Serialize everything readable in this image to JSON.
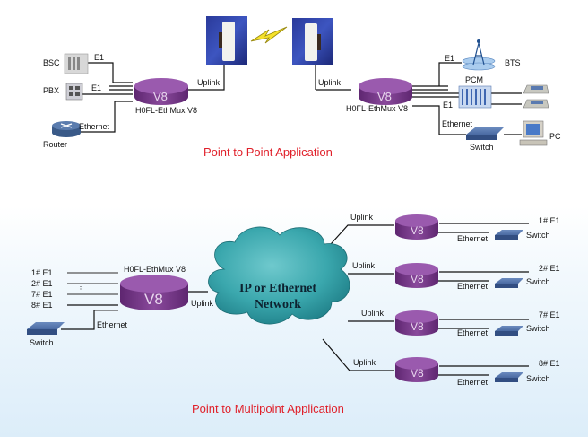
{
  "p2p": {
    "title": "Point to Point Application",
    "left": {
      "bsc_label": "BSC",
      "pbx_label": "PBX",
      "router_label": "Router",
      "e1_bsc": "E1",
      "e1_pbx": "E1",
      "ethernet": "Ethernet",
      "uplink": "Uplink",
      "device_badge": "V8",
      "device_name": "H0FL-EthMux V8"
    },
    "right": {
      "uplink": "Uplink",
      "device_badge": "V8",
      "device_name": "H0FL-EthMux V8",
      "e1_bts": "E1",
      "bts_label": "BTS",
      "pcm_label": "PCM",
      "e1_pcm": "E1",
      "ethernet": "Ethernet",
      "switch_label": "Switch",
      "pc_label": "PC"
    }
  },
  "p2mp": {
    "title": "Point to Multipoint Application",
    "cloud_line1": "IP or Ethernet",
    "cloud_line2": "Network",
    "hub": {
      "device_name": "H0FL-EthMux V8",
      "device_badge": "V8",
      "e1_ports": [
        "1# E1",
        "2# E1",
        "7# E1",
        "8# E1"
      ],
      "ellipsis": "⋮",
      "ethernet": "Ethernet",
      "switch_label": "Switch",
      "uplink": "Uplink"
    },
    "remotes": [
      {
        "uplink": "Uplink",
        "badge": "V8",
        "e1": "1# E1",
        "ethernet": "Ethernet",
        "switch": "Switch"
      },
      {
        "uplink": "Uplink",
        "badge": "V8",
        "e1": "2# E1",
        "ethernet": "Ethernet",
        "switch": "Switch"
      },
      {
        "uplink": "Uplink",
        "badge": "V8",
        "e1": "7# E1",
        "ethernet": "Ethernet",
        "switch": "Switch"
      },
      {
        "uplink": "Uplink",
        "badge": "V8",
        "e1": "8# E1",
        "ethernet": "Ethernet",
        "switch": "Switch"
      }
    ]
  },
  "colors": {
    "title_red": "#e0202a",
    "device_purple": "#7a3a8c",
    "cloud_teal": "#3aa7ad",
    "switch_blue": "#3f5f95"
  }
}
